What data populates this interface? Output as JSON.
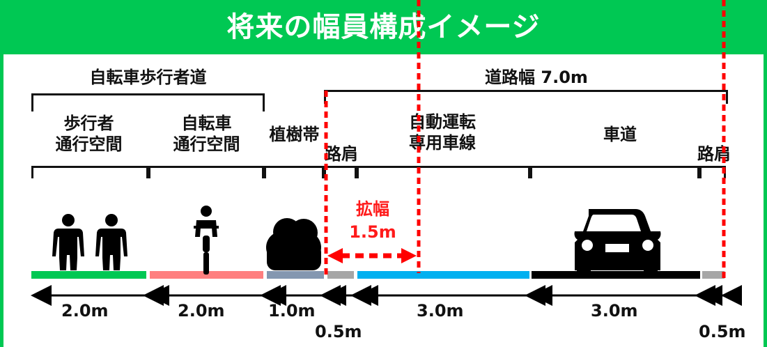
{
  "title": "将来の幅員構成イメージ",
  "group_labels": {
    "sidewalk": "自転車歩行者道",
    "road_width": "道路幅 7.0m"
  },
  "zone_labels": {
    "pedestrian": "歩行者\n通行空間",
    "bicycle": "自転車\n通行空間",
    "planting": "植樹帯",
    "shoulder_left": "路肩",
    "autonomous_lane": "自動運転\n専用車線",
    "roadway": "車道",
    "shoulder_right": "路肩"
  },
  "widening": {
    "label": "拡幅",
    "value": "1.5m"
  },
  "dimensions": [
    "2.0m",
    "2.0m",
    "1.0m",
    "0.5m",
    "3.0m",
    "3.0m",
    "0.5m"
  ],
  "colors": {
    "header": "#00c853",
    "pedestrian_surface": "#00c853",
    "bicycle_surface": "#ff7f7f",
    "planting_surface": "#8497b0",
    "shoulder_surface": "#a6a6a6",
    "autonomous_surface": "#00b0f0",
    "roadway_surface": "#000000",
    "widening": "#ff0000"
  },
  "icons": [
    "pedestrian-icon",
    "pedestrian-icon",
    "cyclist-icon",
    "tree-icon",
    "car-icon"
  ]
}
